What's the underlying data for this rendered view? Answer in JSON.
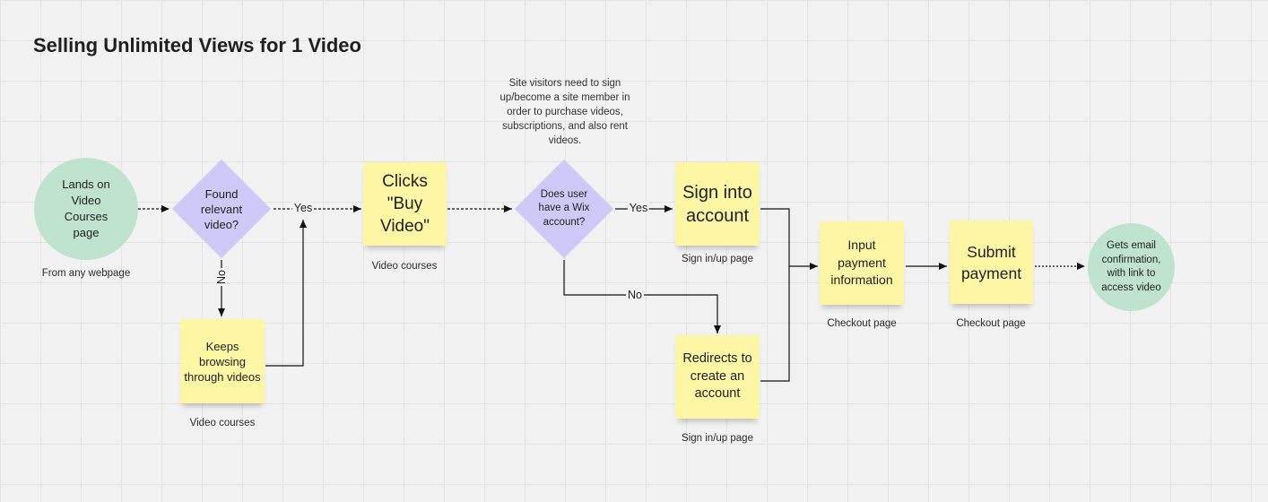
{
  "title": "Selling Unlimited Views for 1 Video",
  "note": "Site visitors need to sign up/become a site member in order to purchase videos, subscriptions, and also rent videos.",
  "nodes": {
    "lands": {
      "text": "Lands on Video Courses page",
      "caption": "From any webpage"
    },
    "found": {
      "text": "Found relevant video?"
    },
    "keeps": {
      "text": "Keeps browsing through videos",
      "caption": "Video courses"
    },
    "clicks": {
      "text": "Clicks \"Buy Video\"",
      "caption": "Video courses"
    },
    "has_account": {
      "text": "Does user have a Wix account?"
    },
    "sign_in": {
      "text": "Sign into account",
      "caption": "Sign in/up page"
    },
    "redirects": {
      "text": "Redirects to create an account",
      "caption": "Sign in/up page"
    },
    "input_payment": {
      "text": "Input payment information",
      "caption": "Checkout page"
    },
    "submit_payment": {
      "text": "Submit payment",
      "caption": "Checkout page"
    },
    "email": {
      "text": "Gets email confirmation, with link to access video"
    }
  },
  "edges": {
    "found_yes": "Yes",
    "found_no": "No",
    "account_yes": "Yes",
    "account_no": "No"
  },
  "colors": {
    "sticky": "#fdf6a4",
    "terminal": "#bfe3cf",
    "decision": "#cfc9f7",
    "line": "#111111"
  }
}
